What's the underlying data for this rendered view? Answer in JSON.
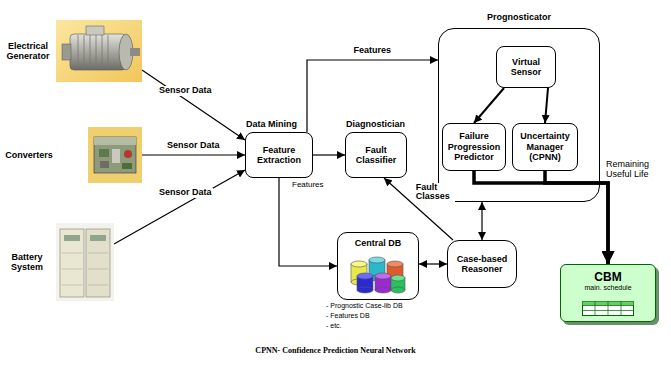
{
  "diagram": {
    "nodes": [
      {
        "text": [
          "Electrical Generator"
        ]
      },
      {
        "text": [
          "Converters"
        ]
      },
      {
        "text": [
          "Battery System"
        ]
      },
      {
        "text": [
          "Data Mining",
          "Feature Extraction"
        ]
      },
      {
        "text": [
          "Diagnostician",
          "Fault Classifier"
        ]
      },
      {
        "text": [
          "Prognosticator"
        ]
      },
      {
        "text": [
          "Virtual Sensor"
        ],
        "in": 5
      },
      {
        "text": [
          "Failure Progression Predictor"
        ],
        "in": 5
      },
      {
        "text": [
          "Uncertainty Manager (CPNN)"
        ],
        "in": 5
      },
      {
        "text": [
          "Central DB"
        ]
      },
      {
        "text": [
          "Case-based Reasoner"
        ]
      },
      {
        "text": [
          "CBM",
          "main. schedule"
        ]
      }
    ],
    "edges": [
      {
        "from": 0,
        "to": 3,
        "label": "Sensor Data",
        "arrow": "to"
      },
      {
        "from": 1,
        "to": 3,
        "label": "Sensor Data",
        "arrow": "to"
      },
      {
        "from": 2,
        "to": 3,
        "label": "Sensor Data",
        "arrow": "to"
      },
      {
        "from": 3,
        "to": 5,
        "label": "Features",
        "arrow": "to"
      },
      {
        "from": 3,
        "to": 4,
        "label": "Features",
        "arrow": "to"
      },
      {
        "from": 3,
        "to": 9,
        "arrow": "to"
      },
      {
        "from": 10,
        "to": 4,
        "label": "Fault Classes",
        "arrow": "to"
      },
      {
        "from": 9,
        "to": 10,
        "arrow": "both"
      },
      {
        "from": 5,
        "to": 10,
        "arrow": "both"
      },
      {
        "from": 6,
        "to": 7,
        "arrow": "to"
      },
      {
        "from": 6,
        "to": 8,
        "arrow": "to"
      },
      {
        "from": 7,
        "to": 11,
        "label": "Remaining Useful Life",
        "arrow": "to"
      },
      {
        "from": 8,
        "to": 11,
        "arrow": "to"
      }
    ],
    "labels": [
      "- Prognostic Case-lib DB",
      "- Features DB",
      "- etc.",
      "CPNN- Confidence Prediction Neural Network"
    ]
  }
}
